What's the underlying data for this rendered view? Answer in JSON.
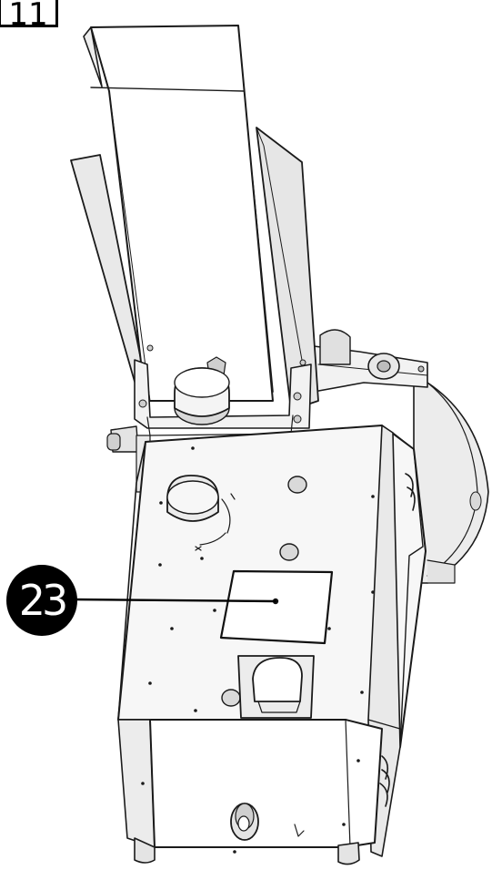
{
  "page": {
    "number": "11"
  },
  "callouts": [
    {
      "label": "23"
    }
  ],
  "illustration": {
    "icon": "machine-rear-view-line-drawing"
  }
}
